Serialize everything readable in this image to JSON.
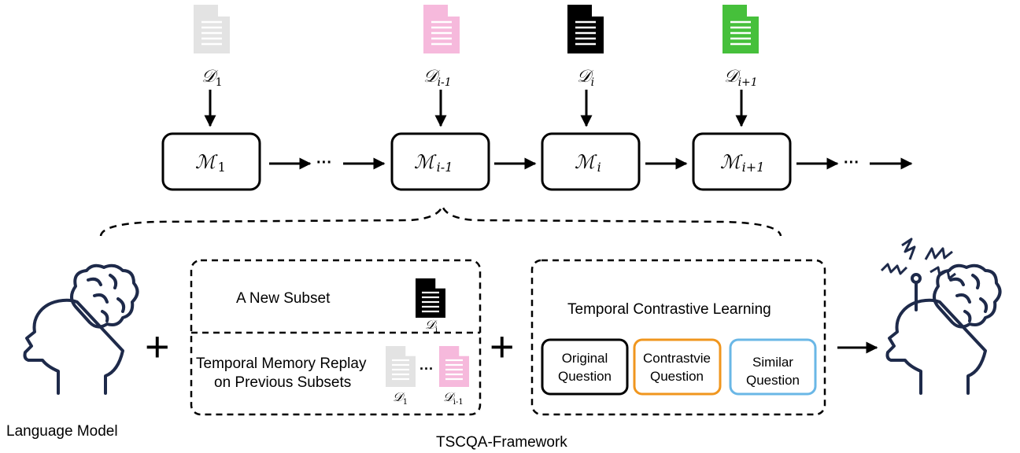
{
  "colors": {
    "doc_1": "#e3e3e3",
    "doc_i_minus_1": "#f6b9dc",
    "doc_i": "#000000",
    "doc_i_plus_1": "#46c03b",
    "orange_box": "#f0961e",
    "blue_box": "#6ab7e6",
    "head_stroke": "#1e2a4a"
  },
  "top": {
    "docs": [
      {
        "main": "𝒟",
        "sub": "1"
      },
      {
        "main": "𝒟",
        "sub": "i-1"
      },
      {
        "main": "𝒟",
        "sub": "i"
      },
      {
        "main": "𝒟",
        "sub": "i+1"
      }
    ],
    "models": [
      {
        "main": "ℳ",
        "sub": "1"
      },
      {
        "main": "ℳ",
        "sub": "i-1"
      },
      {
        "main": "ℳ",
        "sub": "i"
      },
      {
        "main": "ℳ",
        "sub": "i+1"
      }
    ],
    "ellipsis": "···"
  },
  "bottom": {
    "language_model_label": "Language Model",
    "plus": "+",
    "new_subset_label": "A New Subset",
    "new_subset_doc": {
      "main": "𝒟",
      "sub": "i"
    },
    "replay_label_line1": "Temporal Memory Replay",
    "replay_label_line2": "on Previous Subsets",
    "replay_doc_first": {
      "main": "𝒟",
      "sub": "1"
    },
    "replay_doc_last": {
      "main": "𝒟",
      "sub": "i-1"
    },
    "replay_ellipsis": "···",
    "tcl_title": "Temporal Contrastive Learning",
    "questions": [
      {
        "line1": "Original",
        "line2": "Question"
      },
      {
        "line1": "Contrastvie",
        "line2": "Question"
      },
      {
        "line1": "Similar",
        "line2": "Question"
      }
    ],
    "framework_label": "TSCQA-Framework"
  }
}
